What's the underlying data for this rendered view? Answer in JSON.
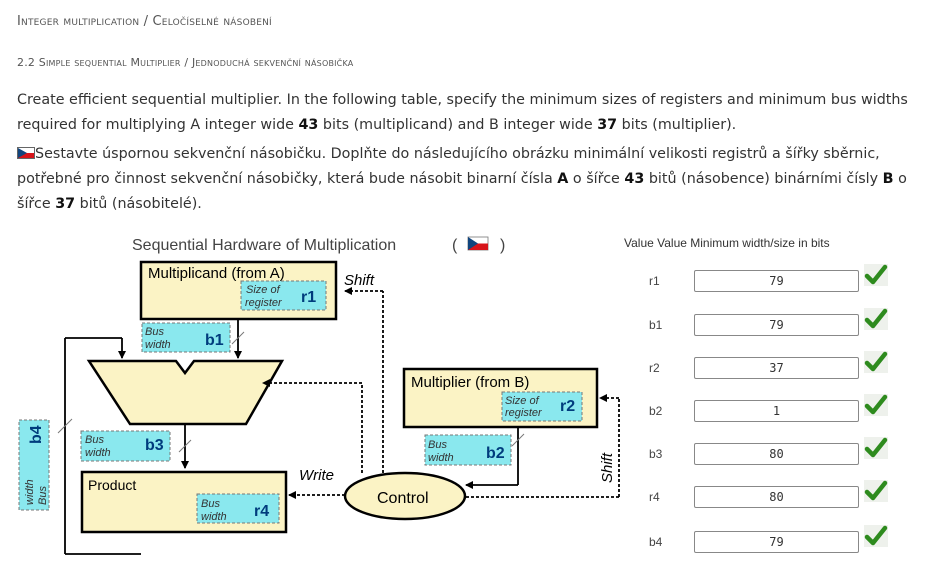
{
  "heading1": "Integer multiplication / Celočíselné násobení",
  "heading2": "2.2 Simple sequential Multiplier / Jednoduchá sekvenční násobička",
  "instructions_en": {
    "t1": "Create efficient sequential multiplier. In the following table, specify the minimum sizes of registers and minimum bus widths required for multiplying A integer wide ",
    "a_bits": "43",
    "t2": "  bits (multiplicand) and B integer wide ",
    "b_bits": "37",
    "t3": "  bits (multiplier)."
  },
  "instructions_cz": {
    "t1": "Sestavte úspornou sekvenční násobičku. Doplňte do následujícího obrázku minimální velikosti registrů a šířky sběrnic, potřebné pro činnost  sekvenční násobičky, která bude násobit binarní čísla ",
    "A": "A",
    "t2": " o šířce ",
    "a_bits": "43",
    "t3": "  bitů (násobence) binárními čísly ",
    "B": "B",
    "t4": " o šířce ",
    "b_bits": "37",
    "t5": "  bitů (násobitelé)."
  },
  "diagram": {
    "title": "Sequential Hardware of Multiplication",
    "paren_open": "(",
    "paren_close": ")",
    "multiplicand_label": "Multiplicand (from A)",
    "multiplier_label": "Multiplier (from B)",
    "product_label": "Product",
    "control_label": "Control",
    "shift_label": "Shift",
    "write_label": "Write",
    "size_of": "Size of",
    "register": "register",
    "bus": "Bus",
    "width": "width",
    "tags": {
      "r1": "r1",
      "r2": "r2",
      "r4": "r4",
      "b1": "b1",
      "b2": "b2",
      "b3": "b3",
      "b4": "b4"
    }
  },
  "table": {
    "header": "Value Value Minimum width/size in bits",
    "rows": [
      {
        "label": "r1",
        "value": "79"
      },
      {
        "label": "b1",
        "value": "79"
      },
      {
        "label": "r2",
        "value": "37"
      },
      {
        "label": "b2",
        "value": "1"
      },
      {
        "label": "b3",
        "value": "80"
      },
      {
        "label": "r4",
        "value": "80"
      },
      {
        "label": "b4",
        "value": "79"
      }
    ]
  },
  "colors": {
    "register_fill": "#fbf3c5",
    "tag_fill": "#8ae8ee",
    "check_green": "#2e8b1e",
    "flag_red": "#d7141a",
    "flag_blue": "#11457e"
  }
}
